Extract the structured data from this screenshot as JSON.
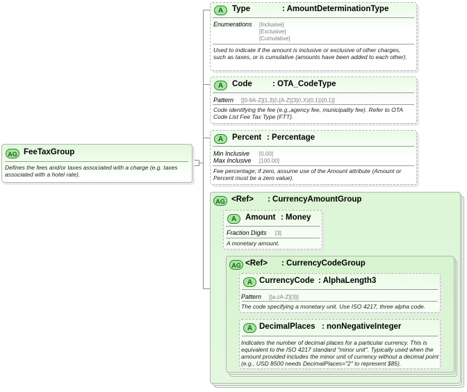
{
  "root": {
    "badge": "AG",
    "name": "FeeTaxGroup",
    "doc": "Defines the fees and/or taxes associated with a charge (e.g. taxes associated with a hotel rate)."
  },
  "type_attr": {
    "badge": "A",
    "name": "Type",
    "type": ": AmountDeterminationType",
    "facet_label": "Enumerations",
    "facet_values": [
      "[Inclusive]",
      "[Exclusive]",
      "[Cumulative]"
    ],
    "doc": "Used to indicate if the amount is inclusive or exclusive of other charges, such as taxes, or is cumulative (amounts have been added to each other)."
  },
  "code_attr": {
    "badge": "A",
    "name": "Code",
    "type": ": OTA_CodeType",
    "facet_label": "Pattern",
    "facet_value": "[[0-9A-Z]{1,3}(\\.[A-Z]{3}(\\.X){0,1}){0,1}]",
    "doc": "Code identifying the fee (e.g.,agency fee, municipality fee). Refer to OTA Code List Fee Tax Type (FTT)."
  },
  "percent_attr": {
    "badge": "A",
    "name": "Percent",
    "type": ": Percentage",
    "facet1_label": "Min Inclusive",
    "facet1_value": "[0.00]",
    "facet2_label": "Max Inclusive",
    "facet2_value": "[100.00]",
    "doc": "Fee percentage; if zero, assume use of the Amount attribute (Amount or Percent must be a zero value)."
  },
  "currency_amount_group": {
    "badge": "AG",
    "name": "<Ref>",
    "type": ": CurrencyAmountGroup"
  },
  "amount_attr": {
    "badge": "A",
    "name": "Amount",
    "type": ": Money",
    "facet_label": "Fraction Digits",
    "facet_value": "[3]",
    "doc": "A monetary amount."
  },
  "currency_code_group": {
    "badge": "AG",
    "name": "<Ref>",
    "type": ": CurrencyCodeGroup"
  },
  "currency_code_attr": {
    "badge": "A",
    "name": "CurrencyCode",
    "type": ": AlphaLength3",
    "facet_label": "Pattern",
    "facet_value": "[[a-zA-Z]{3}]",
    "doc": "The code specifying a monetary unit. Use ISO 4217, three alpha code."
  },
  "decimal_places_attr": {
    "badge": "A",
    "name": "DecimalPlaces",
    "type": ": nonNegativeInteger",
    "doc": "Indicates the number of decimal places for a particular currency. This is equivalent to the ISO 4217 standard \"minor unit\". Typically used when the amount provided includes the minor unit of currency without a decimal point (e.g., USD 8500 needs DecimalPlaces=\"2\" to represent $85)."
  },
  "colors": {
    "node_fill": "#e0f8db",
    "badge_fill": "#a8e6a0",
    "border": "#b4b4b4",
    "connector": "#8a8a8a"
  }
}
